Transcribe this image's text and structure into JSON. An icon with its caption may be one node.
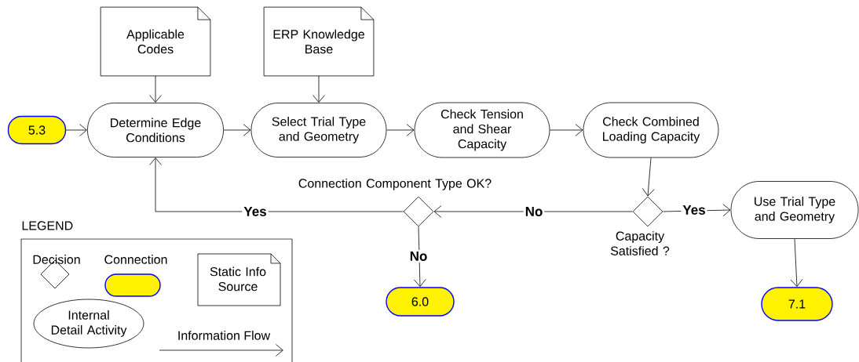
{
  "diagram": {
    "nodes": [
      {
        "text": [
          "Applicable Codes"
        ]
      },
      {
        "text": [
          "ERP Knowledge Base"
        ]
      },
      {
        "text": [
          "5.3"
        ]
      },
      {
        "text": [
          "Determine Edge Conditions"
        ]
      },
      {
        "text": [
          "Select Trial Type and Geometry"
        ]
      },
      {
        "text": [
          "Check Tension and Shear Capacity"
        ]
      },
      {
        "text": [
          "Check Combined Loading Capacity"
        ]
      },
      {
        "text": [
          "Connection Component Type OK?"
        ]
      },
      {
        "text": [
          "Capacity Satisfied ?"
        ]
      },
      {
        "text": [
          "Use Trial Type and Geometry"
        ]
      },
      {
        "text": [
          "6.0"
        ]
      },
      {
        "text": [
          "7.1"
        ]
      }
    ],
    "edges": [
      {
        "from": 0,
        "to": 3,
        "arrow": "to"
      },
      {
        "from": 1,
        "to": 4,
        "arrow": "to"
      },
      {
        "from": 2,
        "to": 3,
        "arrow": "to"
      },
      {
        "from": 3,
        "to": 4,
        "arrow": "to"
      },
      {
        "from": 4,
        "to": 5,
        "arrow": "to"
      },
      {
        "from": 5,
        "to": 6,
        "arrow": "to"
      },
      {
        "from": 6,
        "to": 8,
        "arrow": "to"
      },
      {
        "from": 8,
        "to": 9,
        "arrow": "to",
        "label": "Yes"
      },
      {
        "from": 8,
        "to": 7,
        "arrow": "to",
        "label": "No"
      },
      {
        "from": 7,
        "to": 3,
        "arrow": "to",
        "label": "Yes"
      },
      {
        "from": 7,
        "to": 10,
        "arrow": "to",
        "label": "No"
      },
      {
        "from": 9,
        "to": 11,
        "arrow": "to"
      }
    ],
    "labels": [
      "LEGEND"
    ],
    "legend": [
      {
        "text": "Decision"
      },
      {
        "text": "Connection"
      },
      {
        "text": "Static Info Source"
      },
      {
        "text": "Internal Detail Activity"
      },
      {
        "text": "Information Flow"
      }
    ]
  }
}
